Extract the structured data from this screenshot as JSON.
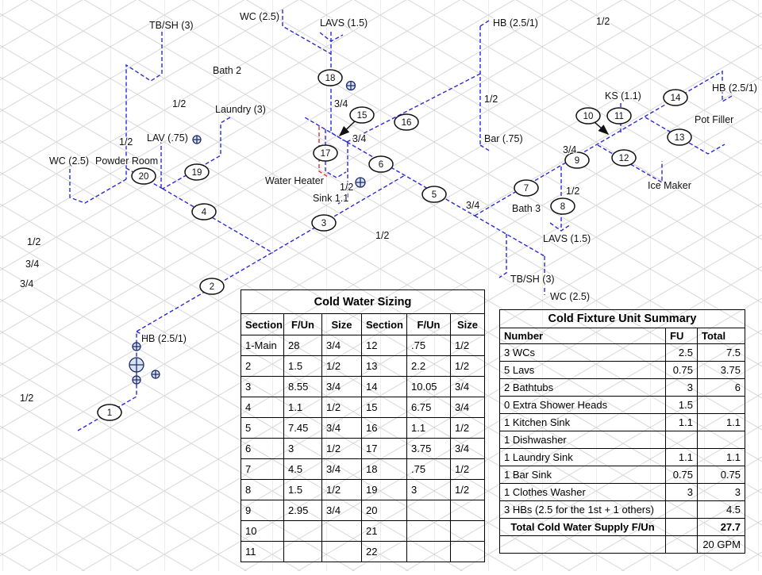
{
  "diagram": {
    "nodes": [
      {
        "label": "1"
      },
      {
        "label": "2"
      },
      {
        "label": "3"
      },
      {
        "label": "4"
      },
      {
        "label": "5"
      },
      {
        "label": "6"
      },
      {
        "label": "7"
      },
      {
        "label": "8"
      },
      {
        "label": "9"
      },
      {
        "label": "10"
      },
      {
        "label": "11"
      },
      {
        "label": "12"
      },
      {
        "label": "13"
      },
      {
        "label": "14"
      },
      {
        "label": "15"
      },
      {
        "label": "16"
      },
      {
        "label": "17"
      },
      {
        "label": "18"
      },
      {
        "label": "19"
      },
      {
        "label": "20"
      }
    ],
    "labels": [
      {
        "text": "TB/SH (3)"
      },
      {
        "text": "WC (2.5)"
      },
      {
        "text": "LAVS (1.5)"
      },
      {
        "text": "HB (2.5/1)"
      },
      {
        "text": "1/2"
      },
      {
        "text": "Bath 2"
      },
      {
        "text": "KS (1.1)"
      },
      {
        "text": "HB (2.5/1)"
      },
      {
        "text": "1/2"
      },
      {
        "text": "Laundry (3)"
      },
      {
        "text": "3/4"
      },
      {
        "text": "1/2"
      },
      {
        "text": "Pot Filler"
      },
      {
        "text": "LAV (.75)"
      },
      {
        "text": "1/2"
      },
      {
        "text": "3/4"
      },
      {
        "text": "Bar (.75)"
      },
      {
        "text": "3/4"
      },
      {
        "text": "WC (2.5)"
      },
      {
        "text": "Powder Room"
      },
      {
        "text": "Water Heater"
      },
      {
        "text": "1/2"
      },
      {
        "text": "Sink 1.1"
      },
      {
        "text": "Ice Maker"
      },
      {
        "text": "3/4"
      },
      {
        "text": "Bath 3"
      },
      {
        "text": "1/2"
      },
      {
        "text": "1/2"
      },
      {
        "text": "LAVS (1.5)"
      },
      {
        "text": "1/2"
      },
      {
        "text": "3/4"
      },
      {
        "text": "3/4"
      },
      {
        "text": "TB/SH (3)"
      },
      {
        "text": "WC (2.5)"
      },
      {
        "text": "HB (2.5/1)"
      },
      {
        "text": "1/2"
      }
    ],
    "colors": {
      "cold_pipe": "#2b2bdb",
      "hot_pipe": "#e03030",
      "grid": "#d9d9d9",
      "valve_fill": "#d6e4f0"
    }
  },
  "sizing_table": {
    "title": "Cold Water Sizing",
    "headers": [
      "Section",
      "F/Un",
      "Size",
      "Section",
      "F/Un",
      "Size"
    ],
    "rows": [
      [
        "1-Main",
        "28",
        "3/4",
        "12",
        ".75",
        "1/2"
      ],
      [
        "2",
        "1.5",
        "1/2",
        "13",
        "2.2",
        "1/2"
      ],
      [
        "3",
        "8.55",
        "3/4",
        "14",
        "10.05",
        "3/4"
      ],
      [
        "4",
        "1.1",
        "1/2",
        "15",
        "6.75",
        "3/4"
      ],
      [
        "5",
        "7.45",
        "3/4",
        "16",
        "1.1",
        "1/2"
      ],
      [
        "6",
        "3",
        "1/2",
        "17",
        "3.75",
        "3/4"
      ],
      [
        "7",
        "4.5",
        "3/4",
        "18",
        ".75",
        "1/2"
      ],
      [
        "8",
        "1.5",
        "1/2",
        "19",
        "3",
        "1/2"
      ],
      [
        "9",
        "2.95",
        "3/4",
        "20",
        "",
        ""
      ],
      [
        "10",
        "",
        "",
        "21",
        "",
        ""
      ],
      [
        "11",
        "",
        "",
        "22",
        "",
        ""
      ]
    ]
  },
  "summary_table": {
    "title": "Cold Fixture Unit Summary",
    "headers": [
      "Number",
      "FU",
      "Total"
    ],
    "rows": [
      [
        "3 WCs",
        "2.5",
        "7.5"
      ],
      [
        "5 Lavs",
        "0.75",
        "3.75"
      ],
      [
        "2 Bathtubs",
        "3",
        "6"
      ],
      [
        "0 Extra Shower Heads",
        "1.5",
        ""
      ],
      [
        "1 Kitchen Sink",
        "1.1",
        "1.1"
      ],
      [
        "1 Dishwasher",
        "",
        ""
      ],
      [
        "1 Laundry Sink",
        "1.1",
        "1.1"
      ],
      [
        "1 Bar Sink",
        "0.75",
        "0.75"
      ],
      [
        "1 Clothes Washer",
        "3",
        "3"
      ],
      [
        "3 HBs (2.5 for the 1st + 1 others)",
        "",
        "4.5"
      ],
      [
        "Total Cold Water Supply F/Un",
        "",
        "27.7"
      ],
      [
        "",
        "",
        "20 GPM"
      ]
    ]
  }
}
